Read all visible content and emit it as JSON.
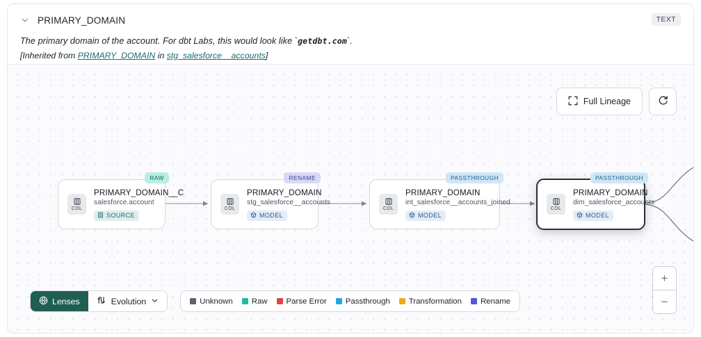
{
  "header": {
    "collapse_icon": "chevron-down-icon",
    "title": "PRIMARY_DOMAIN",
    "type_badge": "TEXT",
    "description_prefix": "The primary domain of the account. For dbt Labs, this would look like `",
    "description_code": "getdbt.com",
    "description_suffix": "`.",
    "inherited_prefix": "[Inherited from ",
    "inherited_link": "PRIMARY_DOMAIN",
    "inherited_middle": " in ",
    "inherited_source": "stg_salesforce__accounts",
    "inherited_suffix": "]"
  },
  "canvas": {
    "controls": {
      "full_lineage_label": "Full Lineage",
      "full_lineage_icon": "expand-icon",
      "refresh_icon": "refresh-icon",
      "zoom_in_label": "+",
      "zoom_out_label": "−"
    },
    "nodes": [
      {
        "badge": "RAW",
        "badge_kind": "raw",
        "chip_label": "COL",
        "chip_icon": "column-icon",
        "column": "PRIMARY_DOMAIN__C",
        "table": "salesforce.account",
        "kind": "SOURCE",
        "kind_class": "source",
        "kind_icon": "database-icon",
        "selected": false
      },
      {
        "badge": "RENAME",
        "badge_kind": "rename",
        "chip_label": "COL",
        "chip_icon": "column-icon",
        "column": "PRIMARY_DOMAIN",
        "table": "stg_salesforce__accounts",
        "kind": "MODEL",
        "kind_class": "model",
        "kind_icon": "cube-icon",
        "selected": false
      },
      {
        "badge": "PASSTHROUGH",
        "badge_kind": "passthrough",
        "chip_label": "COL",
        "chip_icon": "column-icon",
        "column": "PRIMARY_DOMAIN",
        "table": "int_salesforce__accounts_joined",
        "kind": "MODEL",
        "kind_class": "model",
        "kind_icon": "cube-icon",
        "selected": false
      },
      {
        "badge": "PASSTHROUGH",
        "badge_kind": "passthrough",
        "chip_label": "COL",
        "chip_icon": "column-icon",
        "column": "PRIMARY_DOMAIN",
        "table": "dim_salesforce_accounts",
        "kind": "MODEL",
        "kind_class": "model",
        "kind_icon": "cube-icon",
        "selected": true
      }
    ]
  },
  "bottom": {
    "lenses_label": "Lenses",
    "lenses_icon": "aperture-icon",
    "evolution_label": "Evolution",
    "evolution_icon": "evolution-path-icon",
    "evolution_chevron": "chevron-down-icon",
    "legend": [
      {
        "label": "Unknown",
        "color": "#5c6370"
      },
      {
        "label": "Raw",
        "color": "#18bfa3"
      },
      {
        "label": "Parse Error",
        "color": "#e04545"
      },
      {
        "label": "Passthrough",
        "color": "#22a5e0"
      },
      {
        "label": "Transformation",
        "color": "#f0a81e"
      },
      {
        "label": "Rename",
        "color": "#5356d6"
      }
    ]
  }
}
